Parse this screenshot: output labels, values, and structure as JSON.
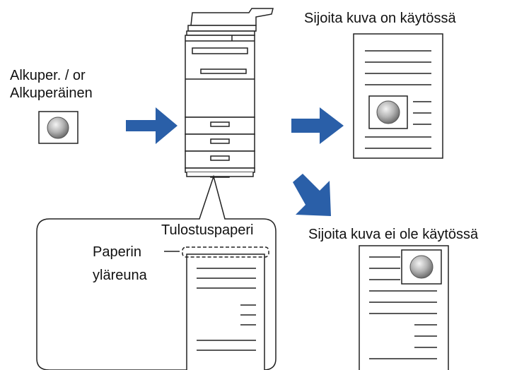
{
  "labels": {
    "original_line1": "Alkuper. / or",
    "original_line2": "Alkuperäinen",
    "fit_enabled": "Sijoita kuva on käytössä",
    "fit_disabled": "Sijoita kuva ei ole käytössä",
    "output_paper": "Tulostuspaperi",
    "paper_top_line1": "Paperin",
    "paper_top_line2": "yläreuna"
  },
  "icons": {
    "machine": "copier-machine-icon",
    "original": "original-image-icon",
    "output_fit": "output-page-fit-icon",
    "output_nofit": "output-page-nofit-icon",
    "paper_detail": "output-paper-detail-icon"
  },
  "colors": {
    "arrow": "#2a5fa8",
    "outline": "#222222",
    "image_gray": "#9a9a9a"
  }
}
